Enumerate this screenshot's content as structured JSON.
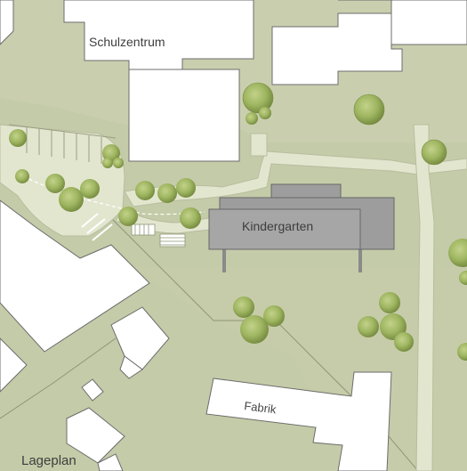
{
  "map": {
    "caption": "Lageplan",
    "buildings": {
      "school": "Schulzentrum",
      "kindergarten": "Kindergarten",
      "factory": "Fabrik"
    }
  }
}
